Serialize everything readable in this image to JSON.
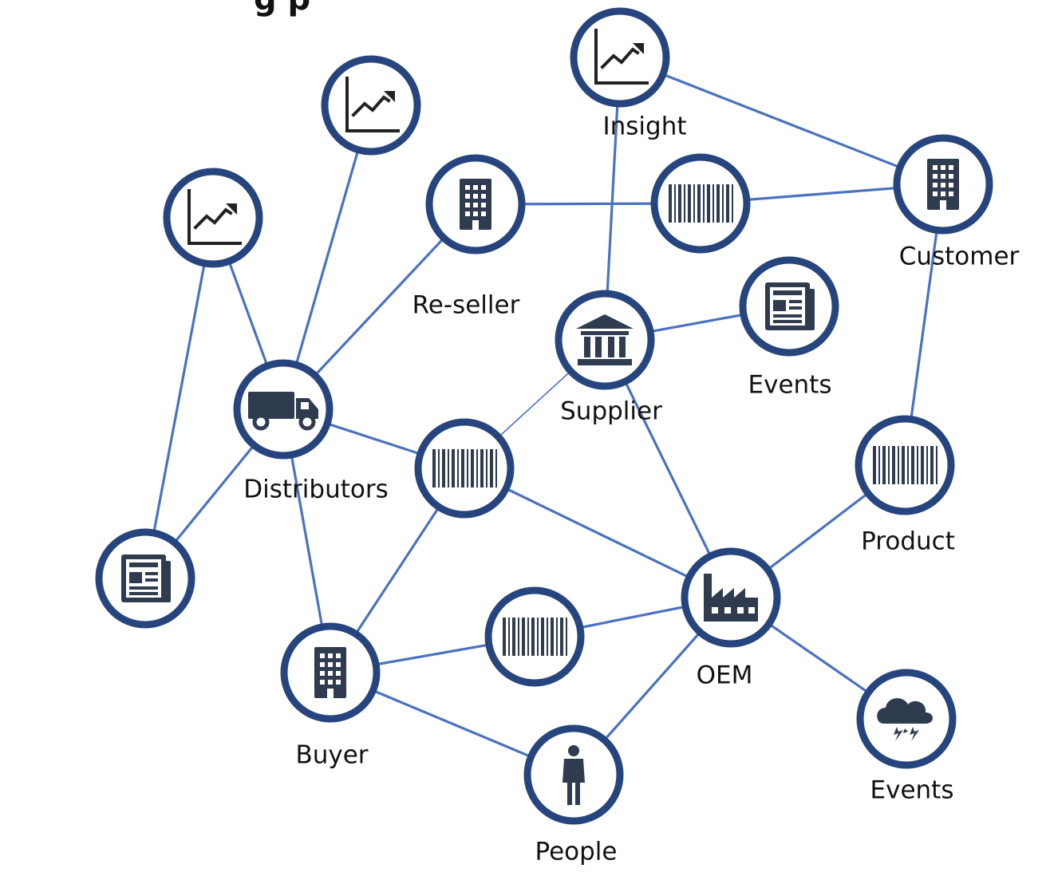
{
  "title_fragment": "g   p",
  "icon_colors": {
    "ring": "#26457e",
    "edge": "#4a72c0",
    "glyph": "#2f3b4f"
  },
  "nodes": [
    {
      "id": "insight",
      "icon": "chart-icon",
      "label": "Insight"
    },
    {
      "id": "chart-left-upper",
      "icon": "chart-icon",
      "label": ""
    },
    {
      "id": "chart-left-lower",
      "icon": "chart-icon",
      "label": ""
    },
    {
      "id": "reseller",
      "icon": "building-icon",
      "label": "Re-seller"
    },
    {
      "id": "barcode-top",
      "icon": "barcode-icon",
      "label": ""
    },
    {
      "id": "customer",
      "icon": "building-icon",
      "label": "Customer"
    },
    {
      "id": "supplier",
      "icon": "bank-icon",
      "label": "Supplier"
    },
    {
      "id": "events-news",
      "icon": "newspaper-icon",
      "label": "Events"
    },
    {
      "id": "distributors",
      "icon": "truck-icon",
      "label": "Distributors"
    },
    {
      "id": "barcode-mid",
      "icon": "barcode-icon",
      "label": ""
    },
    {
      "id": "product",
      "icon": "barcode-icon",
      "label": "Product"
    },
    {
      "id": "news-left",
      "icon": "newspaper-icon",
      "label": ""
    },
    {
      "id": "oem",
      "icon": "factory-icon",
      "label": "OEM"
    },
    {
      "id": "barcode-low",
      "icon": "barcode-icon",
      "label": ""
    },
    {
      "id": "buyer",
      "icon": "building-icon",
      "label": "Buyer"
    },
    {
      "id": "people",
      "icon": "person-icon",
      "label": "People"
    },
    {
      "id": "events-storm",
      "icon": "storm-cloud-icon",
      "label": "Events"
    }
  ],
  "edges": [
    [
      "insight",
      "customer"
    ],
    [
      "insight",
      "supplier"
    ],
    [
      "reseller",
      "barcode-top"
    ],
    [
      "barcode-top",
      "customer"
    ],
    [
      "customer",
      "product"
    ],
    [
      "chart-left-upper",
      "distributors"
    ],
    [
      "chart-left-lower",
      "distributors"
    ],
    [
      "chart-left-lower",
      "news-left"
    ],
    [
      "reseller",
      "distributors"
    ],
    [
      "supplier",
      "events-news"
    ],
    [
      "supplier",
      "barcode-mid"
    ],
    [
      "supplier",
      "oem"
    ],
    [
      "distributors",
      "barcode-mid"
    ],
    [
      "distributors",
      "news-left"
    ],
    [
      "distributors",
      "buyer"
    ],
    [
      "barcode-mid",
      "oem"
    ],
    [
      "barcode-mid",
      "buyer"
    ],
    [
      "product",
      "oem"
    ],
    [
      "oem",
      "barcode-low"
    ],
    [
      "oem",
      "people"
    ],
    [
      "oem",
      "events-storm"
    ],
    [
      "barcode-low",
      "buyer"
    ],
    [
      "buyer",
      "people"
    ]
  ]
}
